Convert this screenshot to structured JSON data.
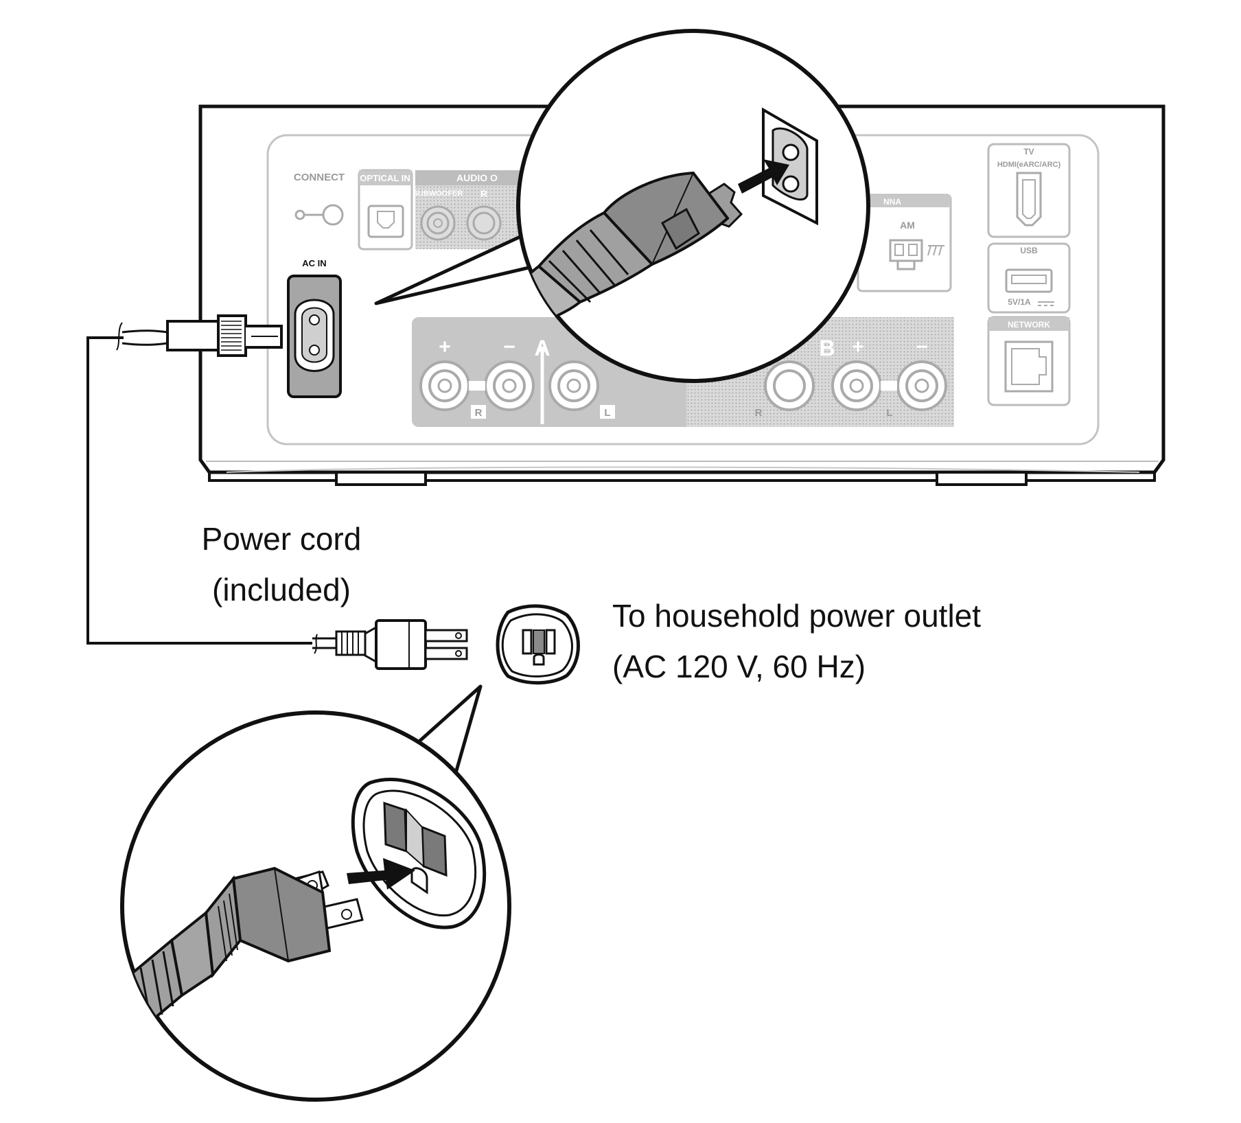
{
  "device_panel": {
    "connect_label": "CONNECT",
    "optical_label": "OPTICAL IN",
    "audio_out_label": "AUDIO O",
    "subwoofer_label": "SUBWOOFER",
    "r_label": "R",
    "l_label": "L",
    "ac_in_label": "AC IN",
    "antenna_label": "NNA",
    "am_label": "AM",
    "tv_label": "TV",
    "hdmi_label": "HDMI(eARC/ARC)",
    "usb_label": "USB",
    "usb_rating_label": "5V/1A",
    "network_label": "NETWORK",
    "plus_sign": "+",
    "minus_sign": "−",
    "speaker_a_label": "A",
    "speaker_b_label": "B"
  },
  "captions": {
    "power_cord_line1": "Power cord",
    "power_cord_line2": "(included)",
    "outlet_line1": "To household power outlet",
    "outlet_line2": "(AC 120 V, 60 Hz)"
  },
  "colors": {
    "line": "#111111",
    "faded_panel": "#bdbdbd",
    "panel_fill": "#d6d6d6",
    "plug_fill": "#8a8a8a",
    "connector_fill": "#a8a8a8"
  }
}
